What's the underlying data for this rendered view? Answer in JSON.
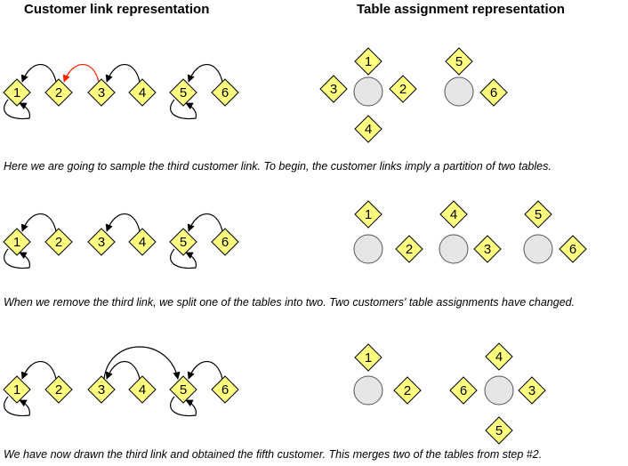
{
  "headers": {
    "left": "Customer link representation",
    "right": "Table assignment representation"
  },
  "captions": [
    "Here we are going to sample the third customer link.  To begin, the customer links imply a partition of two tables.",
    "When we remove the third link, we split one of the tables into two.  Two customers' table assignments have changed.",
    "We have now drawn the third link and obtained the fifth customer.  This merges two of the tables from step #2."
  ],
  "node_labels": [
    "1",
    "2",
    "3",
    "4",
    "5",
    "6"
  ],
  "colors": {
    "node_fill": "#ffff80",
    "table_fill": "#e6e6e6",
    "link": "#000000",
    "highlight_link": "#ff2200"
  },
  "steps": [
    {
      "links": [
        {
          "from": "1",
          "to": "1"
        },
        {
          "from": "2",
          "to": "1"
        },
        {
          "from": "3",
          "to": "2",
          "highlight": true
        },
        {
          "from": "4",
          "to": "3"
        },
        {
          "from": "5",
          "to": "5"
        },
        {
          "from": "6",
          "to": "5"
        }
      ],
      "tables": [
        [
          "1",
          "2",
          "3",
          "4"
        ],
        [
          "5",
          "6"
        ]
      ]
    },
    {
      "links": [
        {
          "from": "1",
          "to": "1"
        },
        {
          "from": "2",
          "to": "1"
        },
        {
          "from": "4",
          "to": "3"
        },
        {
          "from": "5",
          "to": "5"
        },
        {
          "from": "6",
          "to": "5"
        }
      ],
      "tables": [
        [
          "1",
          "2"
        ],
        [
          "4",
          "3"
        ],
        [
          "5",
          "6"
        ]
      ]
    },
    {
      "links": [
        {
          "from": "1",
          "to": "1"
        },
        {
          "from": "2",
          "to": "1"
        },
        {
          "from": "3",
          "to": "5"
        },
        {
          "from": "4",
          "to": "3"
        },
        {
          "from": "5",
          "to": "5"
        },
        {
          "from": "6",
          "to": "5"
        }
      ],
      "tables": [
        [
          "1",
          "2"
        ],
        [
          "4",
          "3",
          "5",
          "6"
        ]
      ]
    }
  ]
}
